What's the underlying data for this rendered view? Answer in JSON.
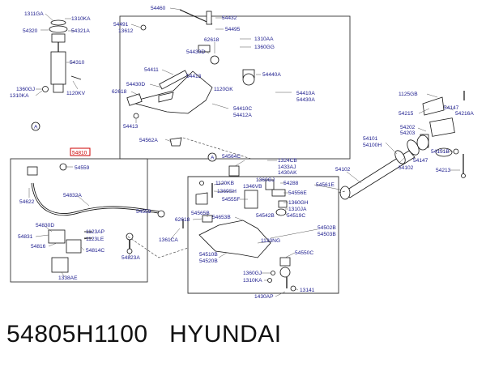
{
  "caption": {
    "part_number": "54805H1100",
    "brand": "HYUNDAI"
  },
  "highlight_label": "54810",
  "callouts": {
    "c1311GA": "1311GA",
    "c1310KA_a": "1310KA",
    "c54320": "54320",
    "c54321A": "54321A",
    "c54310": "54310",
    "c1360GJ_a": "1360GJ",
    "c1310KA_b": "1310KA",
    "c1120KV": "1120KV",
    "cA_top": "A",
    "c54460": "54460",
    "c54432": "54432",
    "c54491": "54491",
    "c13612": "13612",
    "c54495": "54495",
    "c62618_a": "62618",
    "c1310AA": "1310AA",
    "c1360GG": "1360GG",
    "c54430D_a": "54430D",
    "c54411": "54411",
    "c54440A": "54440A",
    "c54413_a": "54413",
    "c54430D_b": "54430D",
    "c1120GK": "1120GK",
    "c62618_b": "62618",
    "c54410A": "54410A",
    "c54430A": "54430A",
    "c54410C": "54410C",
    "c54412A": "54412A",
    "c54413_b": "54413",
    "c54562A": "54562A",
    "c1125GB": "1125GB",
    "c54215": "54215",
    "c54147_a": "54147",
    "c54216A": "54216A",
    "c54202": "54202",
    "c54203": "54203",
    "c54101": "54101",
    "c54100H": "54100H",
    "c54147_b": "54147",
    "c54151B": "54151B",
    "c54102_a": "54102",
    "c54102_b": "54102",
    "c54213": "54213",
    "c54561E": "54561E",
    "c54559_a": "54559",
    "c54622": "54622",
    "c54832A": "54832A",
    "c54559_b": "54559",
    "c54830D": "54830D",
    "c1123AP": "1123AP",
    "c54831": "54831",
    "c1123LE": "1123LE",
    "c54816": "54816",
    "c54814C": "54814C",
    "c54823A": "54823A",
    "c1338AE": "1338AE",
    "cA_mid": "A",
    "c54564C": "54564C",
    "c1324CB": "1324CB",
    "c1433AJ": "1433AJ",
    "c1430AK": "1430AK",
    "c1120KB": "1120KB",
    "c1360GJ_b": "1360GJ",
    "c54288": "54288",
    "c1346VB": "1346VB",
    "c1369SH": "1369SH",
    "c54556E": "54556E",
    "c54555F": "54555F",
    "c1360GH": "1360GH",
    "c1310JA": "1310JA",
    "c54653B": "54653B",
    "c54542B": "54542B",
    "c54519C": "54519C",
    "c62618_c": "62618",
    "c54565B": "54565B",
    "c1361CA": "1361CA",
    "c54502B": "54502B",
    "c54503B": "54503B",
    "c1120NG": "1120NG",
    "c54510B": "54510B",
    "c54520B": "54520B",
    "c54550C": "54550C",
    "c1360GJ_c": "1360GJ",
    "c1310KA_c": "1310KA",
    "c1430AP": "1430AP",
    "c13141": "13141"
  }
}
